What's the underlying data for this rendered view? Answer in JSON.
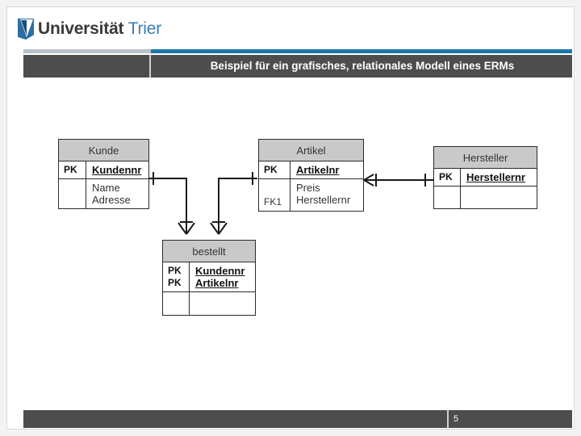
{
  "slide": {
    "logo": {
      "mark_name": "university-shield-logo",
      "word_primary": "Universität",
      "word_secondary": "Trier"
    },
    "title": "Beispiel für ein grafisches, relationales Modell eines ERMs",
    "footer": {
      "page_number": "5"
    },
    "colors": {
      "title_bar": "#4d4d4d",
      "accent_blue": "#1b76a8",
      "accent_gray": "#b9c1c9",
      "entity_header": "#c9c9c9",
      "logo_blue": "#3a7fb5"
    }
  },
  "diagram": {
    "type": "entity-relationship-model",
    "entities": [
      {
        "id": "kunde",
        "name": "Kunde",
        "rows": [
          {
            "key": "PK",
            "attributes": "Kundennr",
            "primary": true
          },
          {
            "key": "",
            "attributes": "Name\nAdresse",
            "primary": false
          }
        ]
      },
      {
        "id": "artikel",
        "name": "Artikel",
        "rows": [
          {
            "key": "PK",
            "attributes": "Artikelnr",
            "primary": true
          },
          {
            "key": "FK1",
            "attributes": "Preis\nHerstellernr",
            "primary": false
          }
        ]
      },
      {
        "id": "hersteller",
        "name": "Hersteller",
        "rows": [
          {
            "key": "PK",
            "attributes": "Herstellernr",
            "primary": true
          },
          {
            "key": "",
            "attributes": "",
            "primary": false
          }
        ]
      },
      {
        "id": "bestellt",
        "name": "bestellt",
        "rows": [
          {
            "key": "PK\nPK",
            "attributes": "Kundennr\nArtikelnr",
            "primary": true
          },
          {
            "key": "",
            "attributes": "",
            "primary": false
          }
        ]
      }
    ],
    "relationships": [
      {
        "from": "kunde",
        "to": "bestellt",
        "from_cardinality": "one",
        "to_cardinality": "many"
      },
      {
        "from": "artikel",
        "to": "bestellt",
        "from_cardinality": "one",
        "to_cardinality": "many"
      },
      {
        "from": "artikel",
        "to": "hersteller",
        "from_cardinality": "many",
        "to_cardinality": "one"
      }
    ]
  }
}
